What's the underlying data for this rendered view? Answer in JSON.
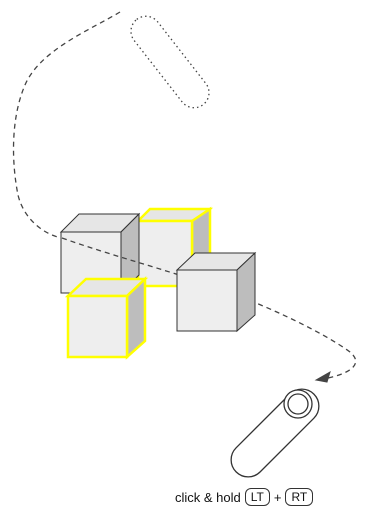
{
  "caption": {
    "action": "click & hold",
    "key_left": "LT",
    "plus": "+",
    "key_right": "RT"
  },
  "colors": {
    "highlight": "#ffff00",
    "cube_front": "#eeeeee",
    "cube_top": "#e6e6e6",
    "cube_side": "#bdbdbd",
    "outline": "#333333",
    "path": "#444444"
  },
  "icons": [
    "mouse-ghost-icon",
    "mouse-icon",
    "arrowhead-icon"
  ]
}
